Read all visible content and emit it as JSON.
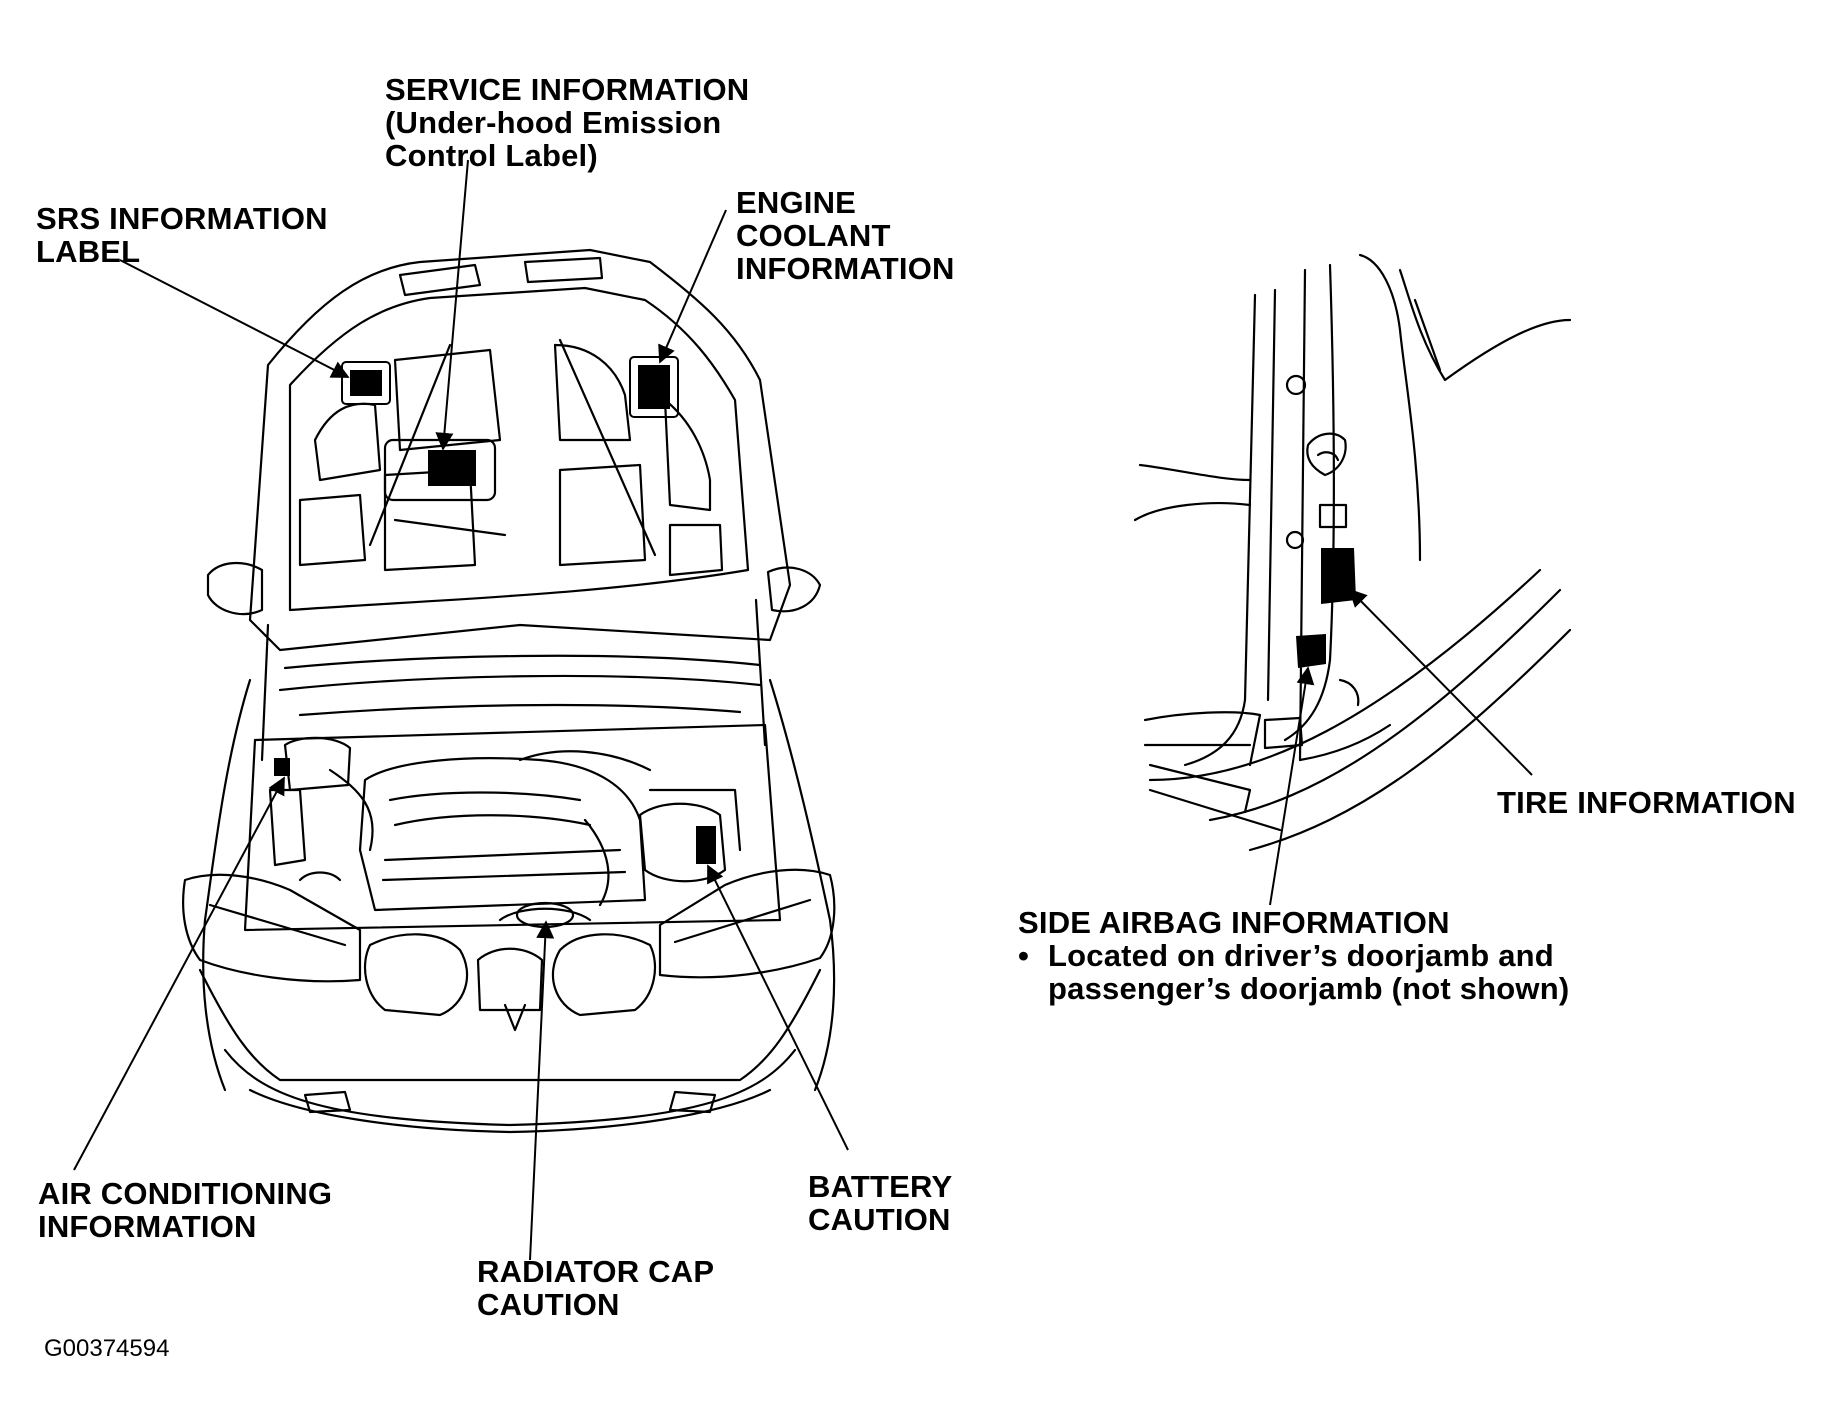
{
  "labels": {
    "service_information": [
      "SERVICE INFORMATION",
      "(Under-hood Emission",
      "Control Label)"
    ],
    "srs_information": [
      "SRS INFORMATION",
      "LABEL"
    ],
    "engine_coolant": [
      "ENGINE",
      "COOLANT",
      "INFORMATION"
    ],
    "tire_information": [
      "TIRE INFORMATION"
    ],
    "side_airbag": {
      "title": "SIDE AIRBAG INFORMATION",
      "bullet": "•",
      "lines": [
        "Located on driver’s doorjamb and",
        "passenger’s doorjamb (not shown)"
      ]
    },
    "air_conditioning": [
      "AIR CONDITIONING",
      "INFORMATION"
    ],
    "battery": [
      "BATTERY",
      "CAUTION"
    ],
    "radiator_cap": [
      "RADIATOR CAP",
      "CAUTION"
    ]
  },
  "figure_id": "G00374594",
  "colors": {
    "ink": "#000000",
    "paper": "#ffffff"
  }
}
